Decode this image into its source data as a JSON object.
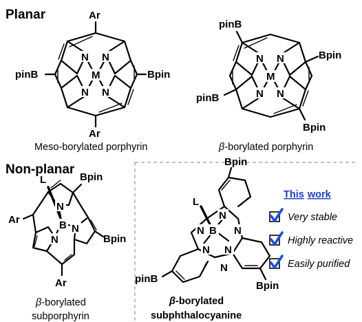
{
  "sections": {
    "planar": "Planar",
    "non_planar": "Non-planar"
  },
  "atoms": {
    "ar": "Ar",
    "n": "N",
    "m": "M",
    "b": "B",
    "l": "L",
    "bpin": "Bpin",
    "pinb": "pinB"
  },
  "captions": {
    "meso": "Meso-borylated porphyrin",
    "beta_porphyrin_prefix": "β",
    "beta_porphyrin_rest": "-borylated porphyrin",
    "subpor_prefix": "β",
    "subpor_line1_rest": "-borylated",
    "subpor_line2": "subporphyrin",
    "subpc_prefix": "β",
    "subpc_line1_rest": "-borylated",
    "subpc_line2": "subphthalocyanine"
  },
  "this_work": {
    "word1": "This",
    "word2": "work",
    "features": [
      "Very stable",
      "Highly reactive",
      "Easily purified"
    ],
    "check_color": "#1f4fd8"
  }
}
